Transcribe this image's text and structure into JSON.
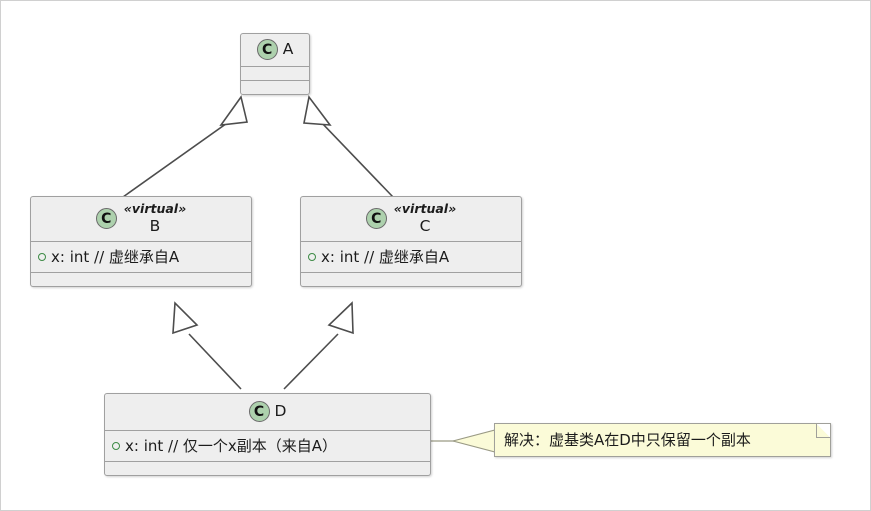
{
  "diagram": {
    "type": "uml-class-diagram",
    "title": "",
    "background_color": "#ffffff",
    "frame_border_color": "#d0d0d0"
  },
  "style": {
    "class_fill": "#eeeeee",
    "class_border": "#a0a0a0",
    "icon_fill": "#add1ad",
    "icon_border": "#6a6a6a",
    "icon_letter": "C",
    "visibility_marker_color": "#3d8b45",
    "note_fill": "#fbfbd8",
    "note_border": "#a0a09a",
    "edge_color": "#4d4d4d"
  },
  "classes": [
    {
      "id": "A",
      "icon": "class-icon",
      "stereotype": "",
      "name": "A",
      "attributes": [],
      "empty_compartments": 2
    },
    {
      "id": "B",
      "icon": "class-icon",
      "stereotype": "«virtual»",
      "name": "B",
      "attributes": [
        {
          "visibility": "package",
          "text": "x: int // 虚继承自A"
        }
      ],
      "empty_compartments": 1
    },
    {
      "id": "C",
      "icon": "class-icon",
      "stereotype": "«virtual»",
      "name": "C",
      "attributes": [
        {
          "visibility": "package",
          "text": "x: int // 虚继承自A"
        }
      ],
      "empty_compartments": 1
    },
    {
      "id": "D",
      "icon": "class-icon",
      "stereotype": "",
      "name": "D",
      "attributes": [
        {
          "visibility": "package",
          "text": "x: int // 仅一个x副本（来自A）"
        }
      ],
      "empty_compartments": 1
    }
  ],
  "relations": [
    {
      "from": "B",
      "to": "A",
      "type": "generalization",
      "arrow": "hollow-triangle"
    },
    {
      "from": "C",
      "to": "A",
      "type": "generalization",
      "arrow": "hollow-triangle"
    },
    {
      "from": "D",
      "to": "B",
      "type": "generalization",
      "arrow": "hollow-triangle"
    },
    {
      "from": "D",
      "to": "C",
      "type": "generalization",
      "arrow": "hollow-triangle"
    }
  ],
  "notes": [
    {
      "id": "note-solution",
      "text": "解决：虚基类A在D中只保留一个副本",
      "anchored_to": "D"
    }
  ]
}
